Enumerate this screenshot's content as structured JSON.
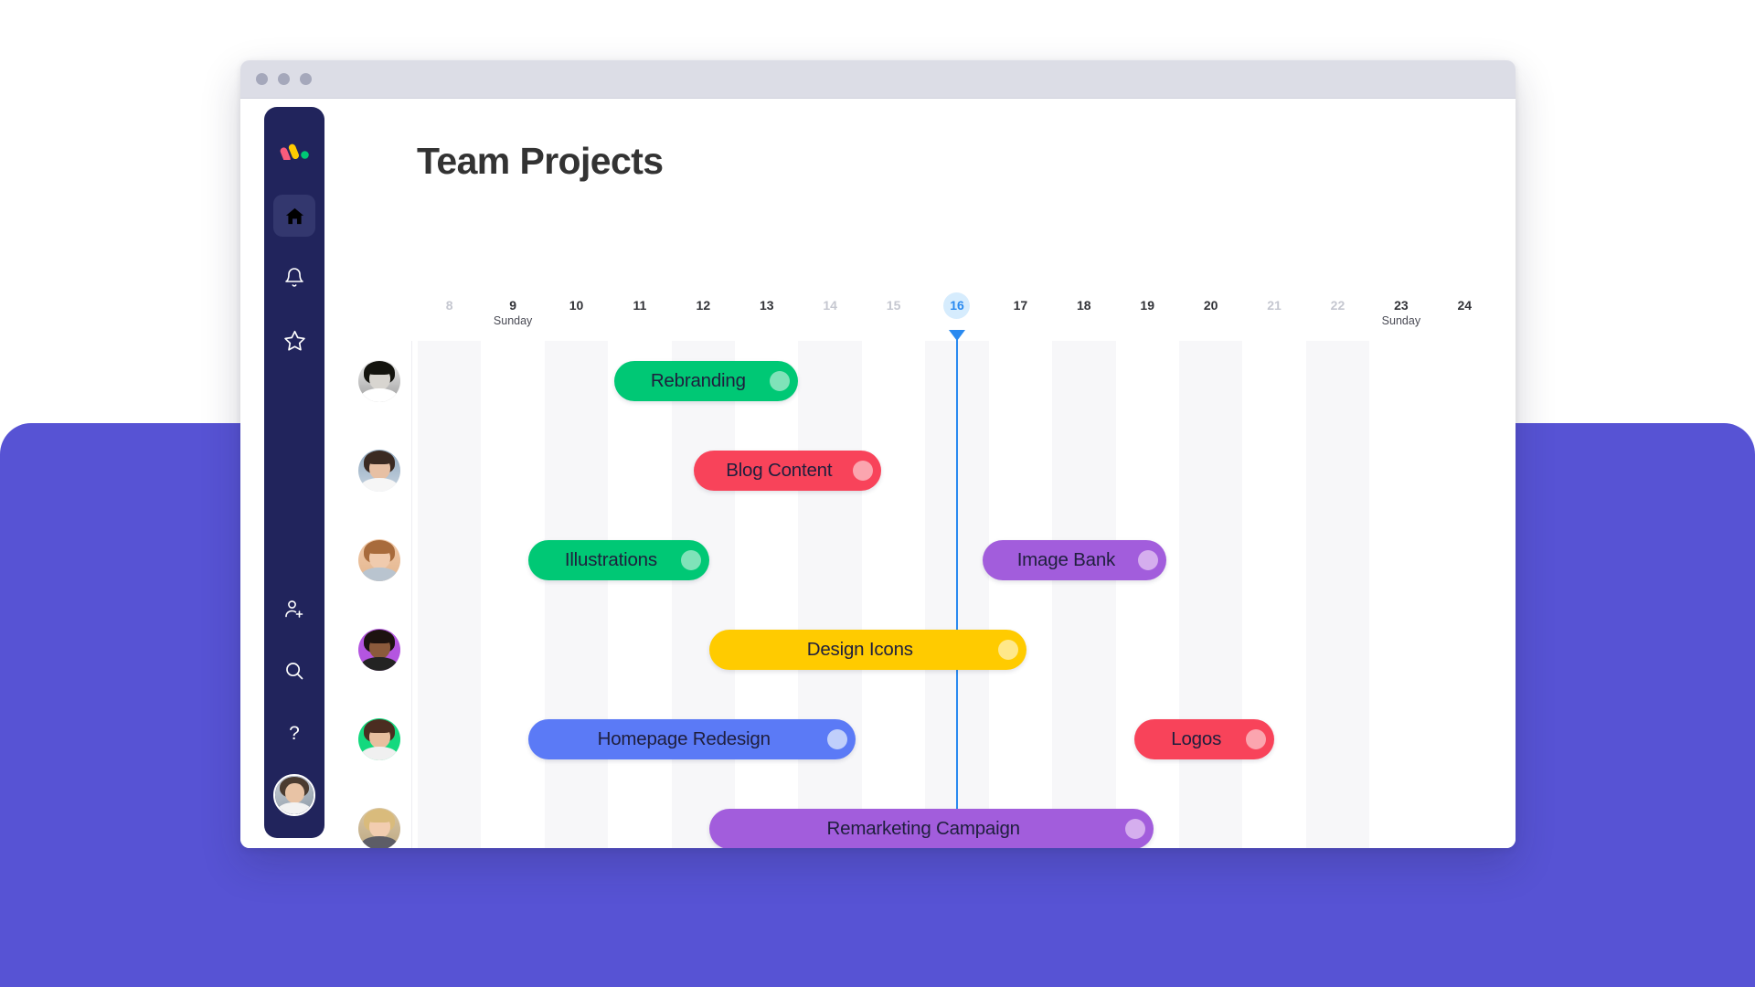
{
  "window": {
    "traffic_lights": [
      "close",
      "minimize",
      "maximize"
    ]
  },
  "sidebar": {
    "brand": "monday-logo",
    "items": [
      {
        "name": "home",
        "icon": "home-icon",
        "active": true
      },
      {
        "name": "notifications",
        "icon": "bell-icon",
        "active": false
      },
      {
        "name": "favorites",
        "icon": "star-icon",
        "active": false
      }
    ],
    "bottom_items": [
      {
        "name": "invite-members",
        "icon": "person-add-icon"
      },
      {
        "name": "search",
        "icon": "search-icon"
      },
      {
        "name": "help",
        "icon": "question-mark-icon"
      }
    ],
    "account_avatar": "user-avatar"
  },
  "header": {
    "title": "Team Projects"
  },
  "timeline": {
    "today_label": "16",
    "days": [
      {
        "num": "8",
        "sub": "",
        "style": "dim"
      },
      {
        "num": "9",
        "sub": "Sunday",
        "style": "bold"
      },
      {
        "num": "10",
        "sub": "",
        "style": "bold"
      },
      {
        "num": "11",
        "sub": "",
        "style": "bold"
      },
      {
        "num": "12",
        "sub": "",
        "style": "bold"
      },
      {
        "num": "13",
        "sub": "",
        "style": "bold"
      },
      {
        "num": "14",
        "sub": "",
        "style": "dim"
      },
      {
        "num": "15",
        "sub": "",
        "style": "dim"
      },
      {
        "num": "16",
        "sub": "",
        "style": "today"
      },
      {
        "num": "17",
        "sub": "",
        "style": "bold"
      },
      {
        "num": "18",
        "sub": "",
        "style": "bold"
      },
      {
        "num": "19",
        "sub": "",
        "style": "bold"
      },
      {
        "num": "20",
        "sub": "",
        "style": "bold"
      },
      {
        "num": "21",
        "sub": "",
        "style": "dim"
      },
      {
        "num": "22",
        "sub": "",
        "style": "dim"
      },
      {
        "num": "23",
        "sub": "Sunday",
        "style": "bold"
      },
      {
        "num": "24",
        "sub": "",
        "style": "bold"
      }
    ]
  },
  "rows": [
    {
      "avatar": "avatar-person-1",
      "tasks": [
        {
          "label": "Rebranding",
          "color": "#00c875",
          "handle": "#7fe3b9",
          "start_day": 11.1,
          "end_day": 14.0
        }
      ]
    },
    {
      "avatar": "avatar-person-2",
      "tasks": [
        {
          "label": "Blog Content",
          "color": "#f8435a",
          "handle": "#fba5af",
          "start_day": 12.35,
          "end_day": 15.3
        }
      ]
    },
    {
      "avatar": "avatar-person-3",
      "tasks": [
        {
          "label": "Illustrations",
          "color": "#00c875",
          "handle": "#7fe3b9",
          "start_day": 9.75,
          "end_day": 12.6
        },
        {
          "label": "Image Bank",
          "color": "#a25ddc",
          "handle": "#d5aeee",
          "start_day": 16.9,
          "end_day": 19.8
        }
      ]
    },
    {
      "avatar": "avatar-person-4",
      "tasks": [
        {
          "label": "Design Icons",
          "color": "#ffcb00",
          "handle": "#ffe88a",
          "start_day": 12.6,
          "end_day": 17.6
        }
      ]
    },
    {
      "avatar": "avatar-person-5",
      "tasks": [
        {
          "label": "Homepage Redesign",
          "color": "#5b7af6",
          "handle": "#c0cffb",
          "start_day": 9.75,
          "end_day": 14.9
        },
        {
          "label": "Logos",
          "color": "#f8435a",
          "handle": "#fba5af",
          "start_day": 19.3,
          "end_day": 21.5
        }
      ]
    },
    {
      "avatar": "avatar-person-6",
      "tasks": [
        {
          "label": "Remarketing Campaign",
          "color": "#a25ddc",
          "handle": "#d5aeee",
          "start_day": 12.6,
          "end_day": 19.6
        }
      ]
    }
  ],
  "colors": {
    "page_accent": "#5753d4",
    "sidebar_bg": "#21245c",
    "today_blue": "#2a8af0",
    "today_pill": "#d6ecfd",
    "green": "#00c875",
    "red": "#f8435a",
    "purple": "#a25ddc",
    "yellow": "#ffcb00",
    "blue": "#5b7af6"
  },
  "chart_data": {
    "type": "bar",
    "title": "Team Projects",
    "xlabel": "",
    "ylabel": "",
    "categories": [
      "Rebranding",
      "Blog Content",
      "Illustrations",
      "Image Bank",
      "Design Icons",
      "Homepage Redesign",
      "Logos",
      "Remarketing Campaign"
    ],
    "series": [
      {
        "name": "start_day",
        "values": [
          11.1,
          12.35,
          9.75,
          16.9,
          12.6,
          9.75,
          19.3,
          12.6
        ]
      },
      {
        "name": "end_day",
        "values": [
          14.0,
          15.3,
          12.6,
          19.8,
          17.6,
          14.9,
          21.5,
          19.6
        ]
      }
    ],
    "xlim": [
      8,
      24
    ],
    "grid": true,
    "legend": "none"
  }
}
